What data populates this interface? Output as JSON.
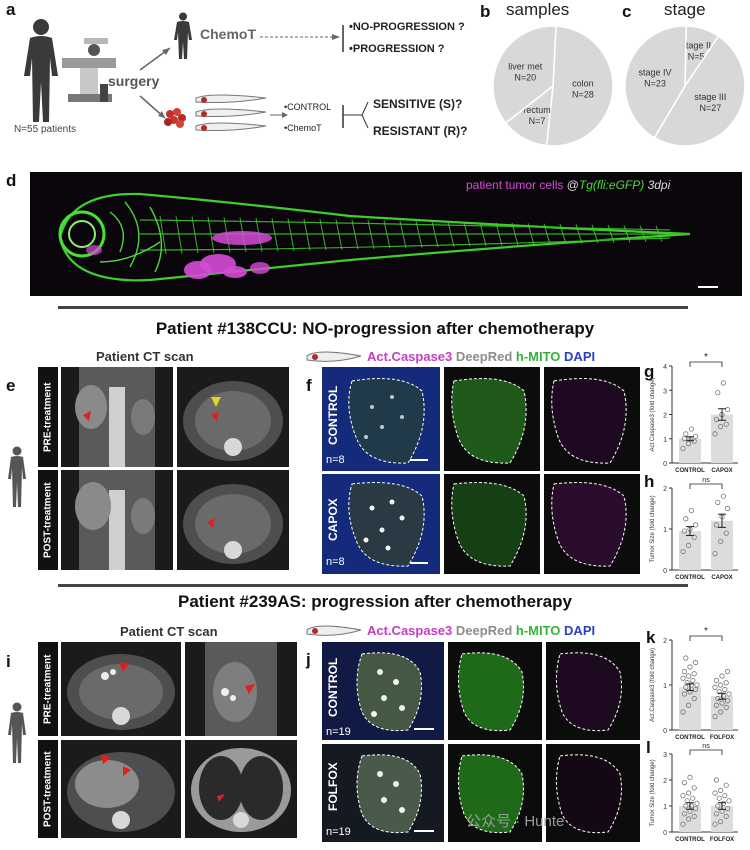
{
  "panel_labels": {
    "a": "a",
    "b": "b",
    "c": "c",
    "d": "d",
    "e": "e",
    "f": "f",
    "g": "g",
    "h": "h",
    "i": "i",
    "j": "j",
    "k": "k",
    "l": "l"
  },
  "schema": {
    "n_patients": "N=55 patients",
    "surgery": "surgery",
    "chemot": "ChemoT",
    "no_progression": "•NO-PROGRESSION ?",
    "progression": "•PROGRESSION ?",
    "control": "•CONTROL",
    "chemot_small": "•ChemoT",
    "sensitive": "SENSITIVE (S)?",
    "resistant": "RESISTANT (R)?"
  },
  "pie_samples": {
    "title": "samples",
    "slices": [
      {
        "label": "colon",
        "n": "N=28",
        "value": 28
      },
      {
        "label": "rectum",
        "n": "N=7",
        "value": 7
      },
      {
        "label": "liver met",
        "n": "N=20",
        "value": 20
      }
    ],
    "color": "#d8d8d8"
  },
  "pie_stage": {
    "title": "stage",
    "slices": [
      {
        "label": "stage II",
        "n": "N=5",
        "value": 5
      },
      {
        "label": "stage III",
        "n": "N=27",
        "value": 27
      },
      {
        "label": "stage IV",
        "n": "N=23",
        "value": 23
      }
    ],
    "color": "#d8d8d8"
  },
  "zebrafish": {
    "caption_a": "patient tumor cells",
    "caption_b": " @",
    "caption_c": "Tg(fli:eGFP)",
    "caption_d": " 3dpi"
  },
  "section1": {
    "heading": "Patient #138CCU: NO-progression after chemotherapy",
    "ct_title": "Patient CT scan",
    "pre": "PRE-treatment",
    "post": "POST-treatment",
    "cond1": "CONTROL",
    "cond2": "CAPOX",
    "n1": "n=8",
    "n2": "n=8"
  },
  "section2": {
    "heading": "Patient #239AS: progression after chemotherapy",
    "ct_title": "Patient CT scan",
    "pre": "PRE-treatment",
    "post": "POST-treatment",
    "cond1": "CONTROL",
    "cond2": "FOLFOX",
    "n1": "n=19",
    "n2": "n=19"
  },
  "legend": {
    "a": "Act.Caspase3",
    "b": "DeepRed",
    "c": "h-MITO",
    "d": "DAPI",
    "colors": {
      "magenta": "#c23ec4",
      "grey": "#8c8c8c",
      "green": "#36b13a",
      "blue": "#2840c8"
    }
  },
  "watermark": "公众号 · Hunte",
  "chart_data": [
    {
      "id": "g",
      "type": "bar",
      "categories": [
        "CONTROL",
        "CAPOX"
      ],
      "values": [
        1.0,
        2.0
      ],
      "ylabel": "Act.Caspase3 (fold change)",
      "ylim": [
        0,
        4
      ],
      "yticks": [
        0,
        1,
        2,
        3,
        4
      ],
      "signif": "*",
      "points": [
        [
          0.6,
          0.8,
          0.9,
          1.0,
          1.0,
          1.1,
          1.2,
          1.4
        ],
        [
          1.2,
          1.5,
          1.6,
          1.8,
          2.0,
          2.2,
          2.9,
          3.3
        ]
      ]
    },
    {
      "id": "h",
      "type": "bar",
      "categories": [
        "CONTROL",
        "CAPOX"
      ],
      "values": [
        0.95,
        1.2
      ],
      "ylabel": "Tumor Size (fold change)",
      "ylim": [
        0,
        2
      ],
      "yticks": [
        0,
        1,
        2
      ],
      "signif": "ns",
      "points": [
        [
          0.45,
          0.6,
          0.8,
          0.95,
          1.0,
          1.1,
          1.25,
          1.45
        ],
        [
          0.4,
          0.7,
          0.9,
          1.1,
          1.3,
          1.5,
          1.65,
          1.8
        ]
      ]
    },
    {
      "id": "k",
      "type": "bar",
      "categories": [
        "CONTROL",
        "FOLFOX"
      ],
      "values": [
        0.95,
        0.75
      ],
      "ylabel": "Act.Caspase3 (fold change)",
      "ylim": [
        0,
        2
      ],
      "yticks": [
        0,
        1,
        2
      ],
      "signif": "*",
      "points": [
        [
          0.4,
          0.55,
          0.7,
          0.8,
          0.85,
          0.9,
          0.95,
          1.0,
          1.0,
          1.05,
          1.1,
          1.15,
          1.2,
          1.25,
          1.3,
          1.4,
          1.5,
          1.6
        ],
        [
          0.3,
          0.4,
          0.5,
          0.55,
          0.6,
          0.65,
          0.7,
          0.75,
          0.8,
          0.85,
          0.9,
          0.95,
          1.0,
          1.05,
          1.1,
          1.2,
          1.3
        ]
      ]
    },
    {
      "id": "l",
      "type": "bar",
      "categories": [
        "CONTROL",
        "FOLFOX"
      ],
      "values": [
        1.0,
        1.0
      ],
      "ylabel": "Tumor Size (fold change)",
      "ylim": [
        0,
        3
      ],
      "yticks": [
        0,
        1,
        2,
        3
      ],
      "signif": "ns",
      "points": [
        [
          0.3,
          0.5,
          0.6,
          0.7,
          0.8,
          0.9,
          1.0,
          1.0,
          1.1,
          1.2,
          1.3,
          1.4,
          1.5,
          1.7,
          1.9,
          2.1
        ],
        [
          0.3,
          0.4,
          0.6,
          0.7,
          0.8,
          0.9,
          1.0,
          1.1,
          1.2,
          1.3,
          1.4,
          1.5,
          1.6,
          1.8,
          2.0
        ]
      ]
    }
  ]
}
